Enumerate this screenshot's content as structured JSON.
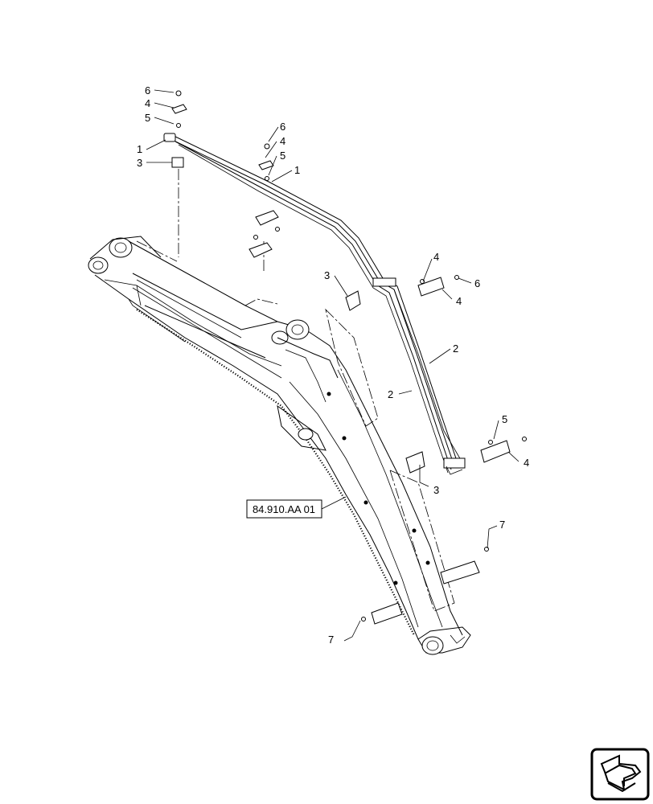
{
  "diagram": {
    "reference_label": "84.910.AA 01",
    "callouts": [
      {
        "id": "c-6-a",
        "text": "6"
      },
      {
        "id": "c-4-a",
        "text": "4"
      },
      {
        "id": "c-5-a",
        "text": "5"
      },
      {
        "id": "c-1-a",
        "text": "1"
      },
      {
        "id": "c-3-a",
        "text": "3"
      },
      {
        "id": "c-6-b",
        "text": "6"
      },
      {
        "id": "c-4-b",
        "text": "4"
      },
      {
        "id": "c-5-b",
        "text": "5"
      },
      {
        "id": "c-1-b",
        "text": "1"
      },
      {
        "id": "c-3-c",
        "text": "3"
      },
      {
        "id": "c-4-c",
        "text": "4"
      },
      {
        "id": "c-6-c",
        "text": "6"
      },
      {
        "id": "c-4-d",
        "text": "4"
      },
      {
        "id": "c-2-a",
        "text": "2"
      },
      {
        "id": "c-2-b",
        "text": "2"
      },
      {
        "id": "c-5-c",
        "text": "5"
      },
      {
        "id": "c-4-e",
        "text": "4"
      },
      {
        "id": "c-3-d",
        "text": "3"
      },
      {
        "id": "c-7-a",
        "text": "7"
      },
      {
        "id": "c-7-b",
        "text": "7"
      }
    ],
    "nav_icon": "next-page-arrow-icon"
  }
}
